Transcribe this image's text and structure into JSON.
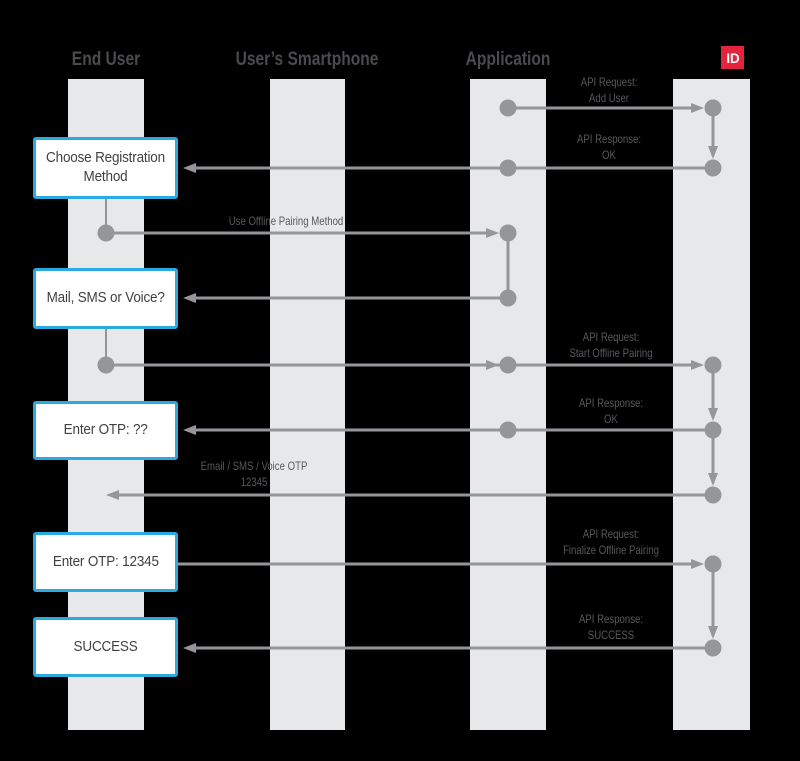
{
  "lanes": [
    {
      "label": "End User"
    },
    {
      "label": "User’s Smartphone"
    },
    {
      "label": "Application"
    },
    {
      "label": "ID"
    }
  ],
  "boxes": [
    {
      "text": "Choose Registration Method"
    },
    {
      "text": "Mail, SMS or Voice?"
    },
    {
      "text": "Enter OTP: ??"
    },
    {
      "text": "Enter OTP: 12345"
    },
    {
      "text": "SUCCESS"
    }
  ],
  "messages": [
    {
      "line1": "API Request:",
      "line2": "Add User"
    },
    {
      "line1": "API Response:",
      "line2": "OK"
    },
    {
      "line1": "Use Offline Pairing Method",
      "line2": ""
    },
    {
      "line1": "API Request:",
      "line2": "Start Offline Pairing"
    },
    {
      "line1": "API Response:",
      "line2": "OK"
    },
    {
      "line1": "Email / SMS / Voice OTP",
      "line2": "12345"
    },
    {
      "line1": "API Request:",
      "line2": "Finalize Offline Pairing"
    },
    {
      "line1": "API Response:",
      "line2": "SUCCESS"
    }
  ],
  "colors": {
    "background": "#000000",
    "lane_fill": "#e7e8e9",
    "line_gray": "#949699",
    "header_text": "#4a4b4e",
    "label_text": "#58595c",
    "box_border_blue": "#29abe2",
    "box_text": "#414042",
    "logo_red": "#e5233d",
    "logo_text": "#ffffff"
  }
}
